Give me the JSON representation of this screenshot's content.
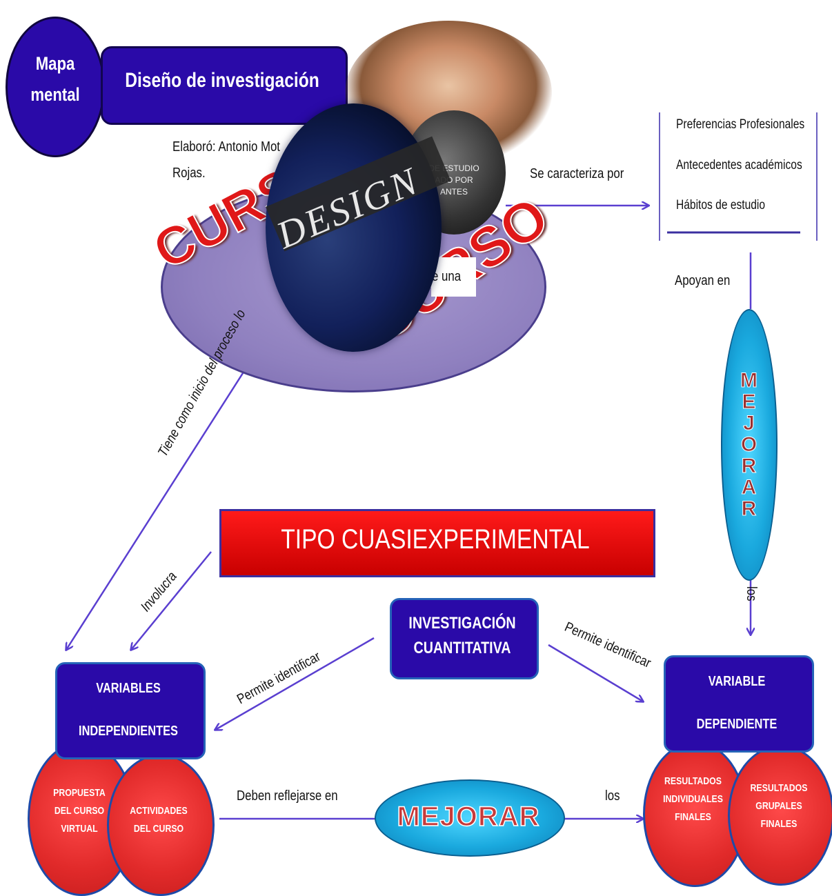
{
  "header": {
    "mapa_line1": "Mapa",
    "mapa_line2": "mental",
    "title": "Diseño de investigación",
    "author_line1": "Elaboró: Antonio Mot",
    "author_line2": "Rojas."
  },
  "center": {
    "curso_left": "CURS",
    "curso_right": "CURSO",
    "design_word": "DESIGN",
    "sphere_line1": "DE ESTUDIO",
    "sphere_line2": "ADO POR",
    "sphere_line3": "ANTES",
    "note": "e una"
  },
  "characteristics": {
    "connector": "Se caracteriza por",
    "items": [
      "Preferencias Profesionales",
      "Antecedentes académicos",
      "Hábitos de estudio"
    ]
  },
  "right_flow": {
    "apoyan": "Apoyan en",
    "mejorar": "MEJORAR",
    "los": "los"
  },
  "diagonal_label": "Tiene como inicio del proceso lo",
  "involucra": "Involucra",
  "tipo": "TIPO  CUASIEXPERIMENTAL",
  "investigacion": {
    "line1": "INVESTIGACIÓN",
    "line2": "CUANTITATIVA"
  },
  "permite_left": "Permite identificar",
  "permite_right": "Permite identificar",
  "variables_independientes": {
    "line1": "VARIABLES",
    "line2": "INDEPENDIENTES",
    "circle1": [
      "PROPUESTA",
      "DEL CURSO",
      "VIRTUAL"
    ],
    "circle2": [
      "ACTIVIDADES",
      "DEL CURSO"
    ]
  },
  "variable_dependiente": {
    "line1": "VARIABLE",
    "line2": "DEPENDIENTE",
    "circle1": [
      "RESULTADOS",
      "INDIVIDUALES",
      "FINALES"
    ],
    "circle2": [
      "RESULTADOS",
      "GRUPALES",
      "FINALES"
    ]
  },
  "bottom_flow": {
    "deben": "Deben reflejarse en",
    "mejorar": "MEJORAR",
    "los": "los"
  },
  "colors": {
    "purple_box": "#2a0aa8",
    "arrow": "#5a3fd0",
    "red": "#e12a2a",
    "cyan": "#1aa9de"
  }
}
